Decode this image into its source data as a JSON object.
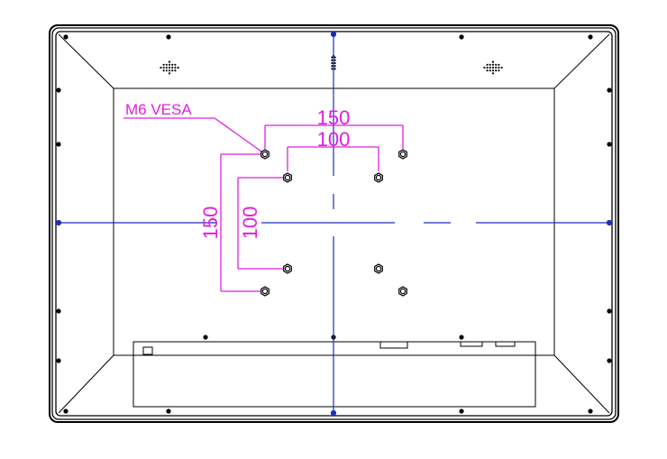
{
  "labels": {
    "vesa_callout": "M6 VESA",
    "dim_horizontal_outer": "150",
    "dim_horizontal_inner": "100",
    "dim_vertical_outer": "150",
    "dim_vertical_inner": "100"
  },
  "colors": {
    "outline": "#000000",
    "centerline": "#1f2fb5",
    "dimension": "#e01ee0",
    "background": "#ffffff"
  },
  "icons": {
    "speaker_grille": "speaker-grille-icon",
    "vesa_hole": "hex-nut-icon",
    "mount_hole": "screw-hole-icon"
  }
}
